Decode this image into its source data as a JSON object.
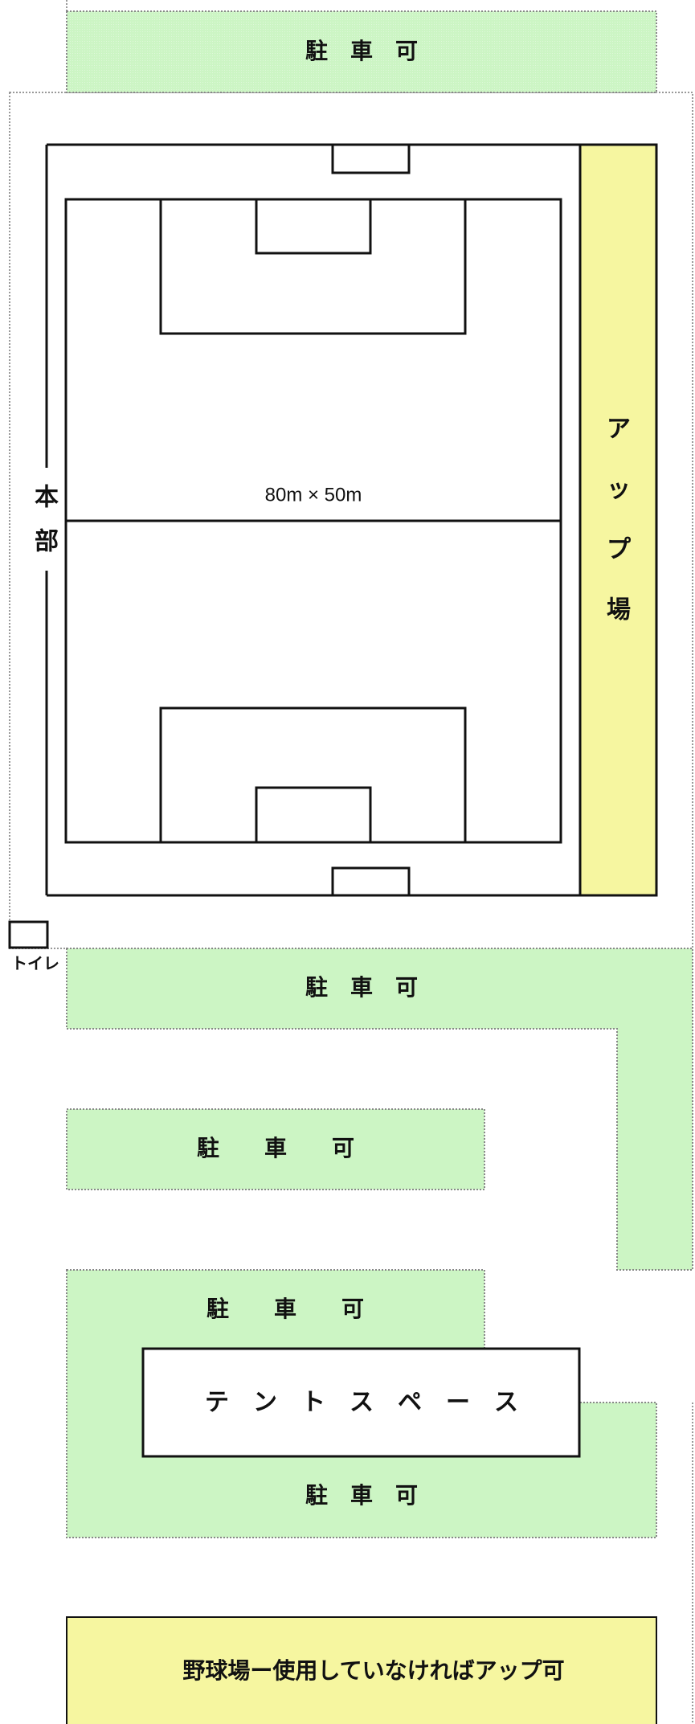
{
  "colors": {
    "parking_fill": "#ccf5c4",
    "parking_border": "#888888",
    "warmup_fill": "#f6f6a0",
    "line": "#111111",
    "note_text": "#e8141c"
  },
  "parking": {
    "top_label": "駐　車　可",
    "middle_label": "駐　車　可",
    "small_label": "駐　　車　　可",
    "lower_upper_label": "駐　　車　　可",
    "lower_bottom_label": "駐　車　可"
  },
  "pitch": {
    "dimensions": "80m × 50m"
  },
  "headquarters": {
    "char_1": "本",
    "char_2": "部"
  },
  "warmup_area": {
    "chars": [
      "ア",
      "ッ",
      "プ",
      "場"
    ]
  },
  "toilet": {
    "label": "トイレ"
  },
  "tent_space": {
    "label": "テ　ン　ト　ス　ペ　ー　ス"
  },
  "baseball_note": {
    "text": "野球場ー使用していなければアップ可"
  }
}
